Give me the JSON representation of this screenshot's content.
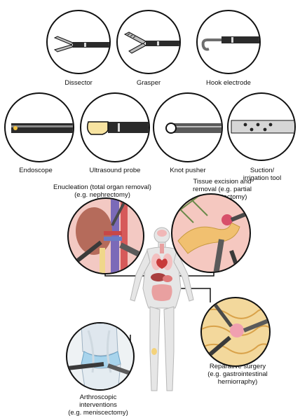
{
  "instruments": [
    {
      "label": "Dissector",
      "icon": "dissector-icon"
    },
    {
      "label": "Grasper",
      "icon": "grasper-icon"
    },
    {
      "label": "Hook electrode",
      "icon": "hook-electrode-icon"
    },
    {
      "label": "Endoscope",
      "icon": "endoscope-icon"
    },
    {
      "label": "Ultrasound probe",
      "icon": "ultrasound-probe-icon"
    },
    {
      "label": "Knot pusher",
      "icon": "knot-pusher-icon"
    },
    {
      "label": "Suction/\nirrigation tool",
      "icon": "suction-irrigation-icon"
    }
  ],
  "procedures": {
    "enucleation": {
      "line1": "Enucleation (total organ removal)",
      "line2": "(e.g. nephrectomy)"
    },
    "tissue_excision": {
      "line1": "Tissue excision and",
      "line2": "removal (e.g. partial",
      "line3": "pancreatectomy)"
    },
    "reparative": {
      "line1": "Reparative surgery",
      "line2": "(e.g. gastrointestinal",
      "line3": "herniorraphy)"
    },
    "arthroscopic": {
      "line1": "Arthroscopic",
      "line2": "interventions",
      "line3": "(e.g. meniscectomy)"
    }
  },
  "colors": {
    "outline": "#111111",
    "instrument_dark": "#2b2b2b",
    "instrument_light": "#d9d9d9",
    "skin": "#f4d9c8",
    "body": "#e6e6e6"
  }
}
